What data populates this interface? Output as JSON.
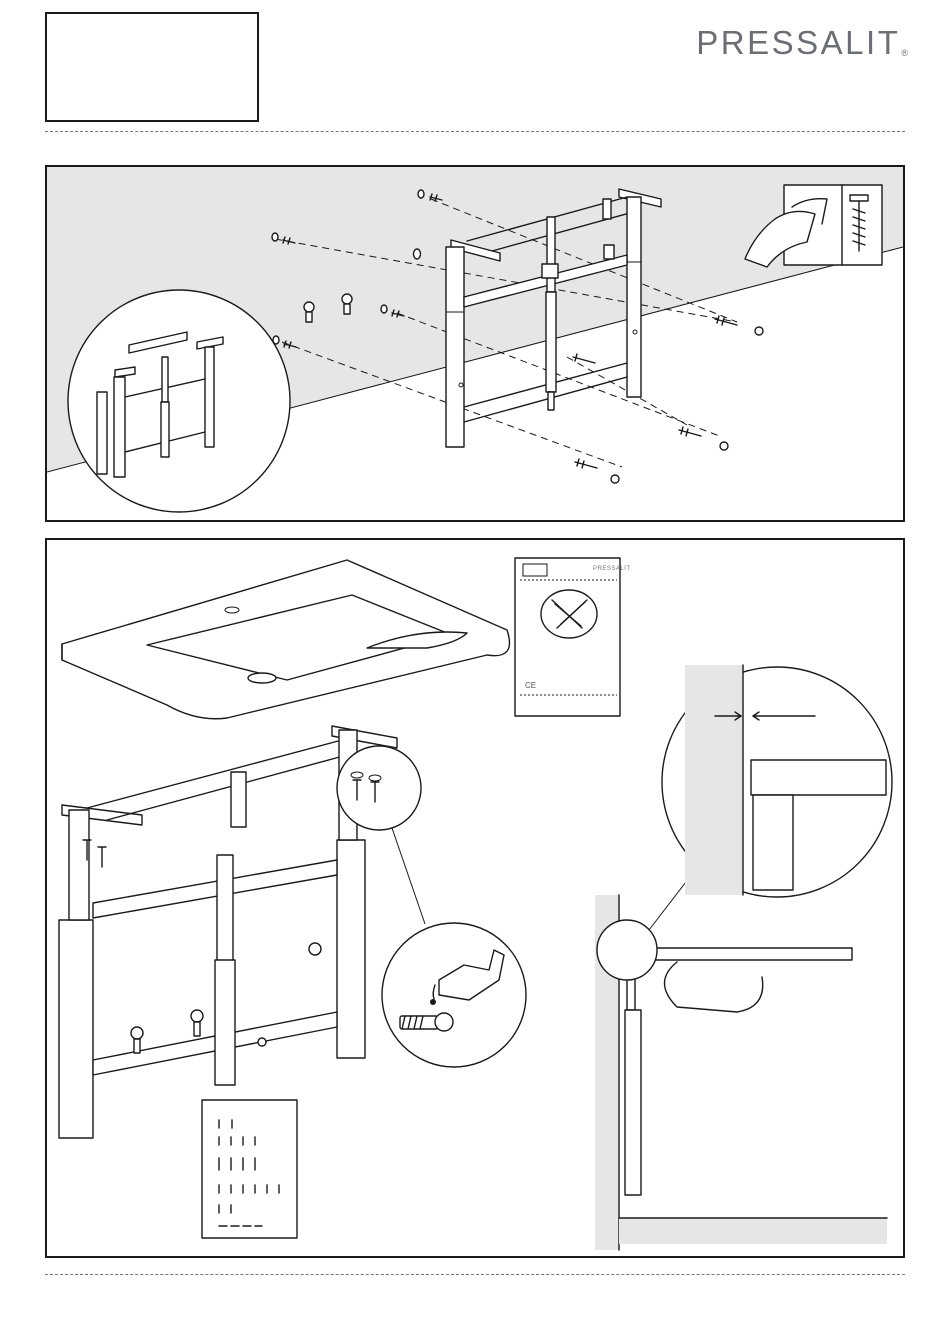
{
  "header": {
    "brand": "PRESSALIT",
    "brand_mark": "®"
  },
  "step1": {
    "icons": [
      "wall-plug-icon",
      "screw-icon",
      "bolt-icon",
      "washer-icon",
      "nut-icon",
      "water-valve-icon",
      "magnifier-detail-icon",
      "peel-sticker-icon",
      "lag-screw-icon"
    ],
    "colors": {
      "wall": "#e6e6e6",
      "line": "#1a1a1a"
    }
  },
  "step2": {
    "manual": {
      "brand": "PRESSALIT",
      "ce_mark": "CE"
    },
    "icons": [
      "washbasin-icon",
      "manual-icon",
      "wrench-icon",
      "screwdriver-icon",
      "grease-can-icon",
      "bolt-icon",
      "hardware-kit-icon",
      "side-section-icon",
      "gap-arrow-icon"
    ]
  }
}
